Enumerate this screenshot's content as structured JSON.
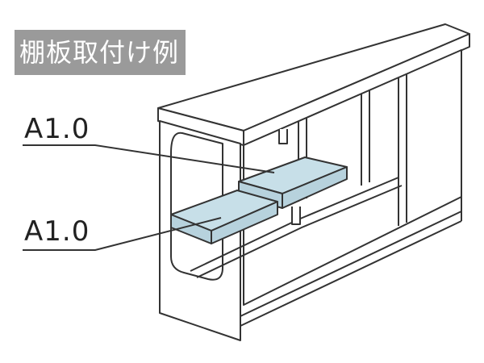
{
  "title": "棚板取付け例",
  "callouts": [
    {
      "label": "A1.0"
    },
    {
      "label": "A1.0"
    }
  ],
  "colors": {
    "title_bg": "#9a9a9a",
    "shelf_fill": "#c7dfe8",
    "line": "#333333"
  }
}
